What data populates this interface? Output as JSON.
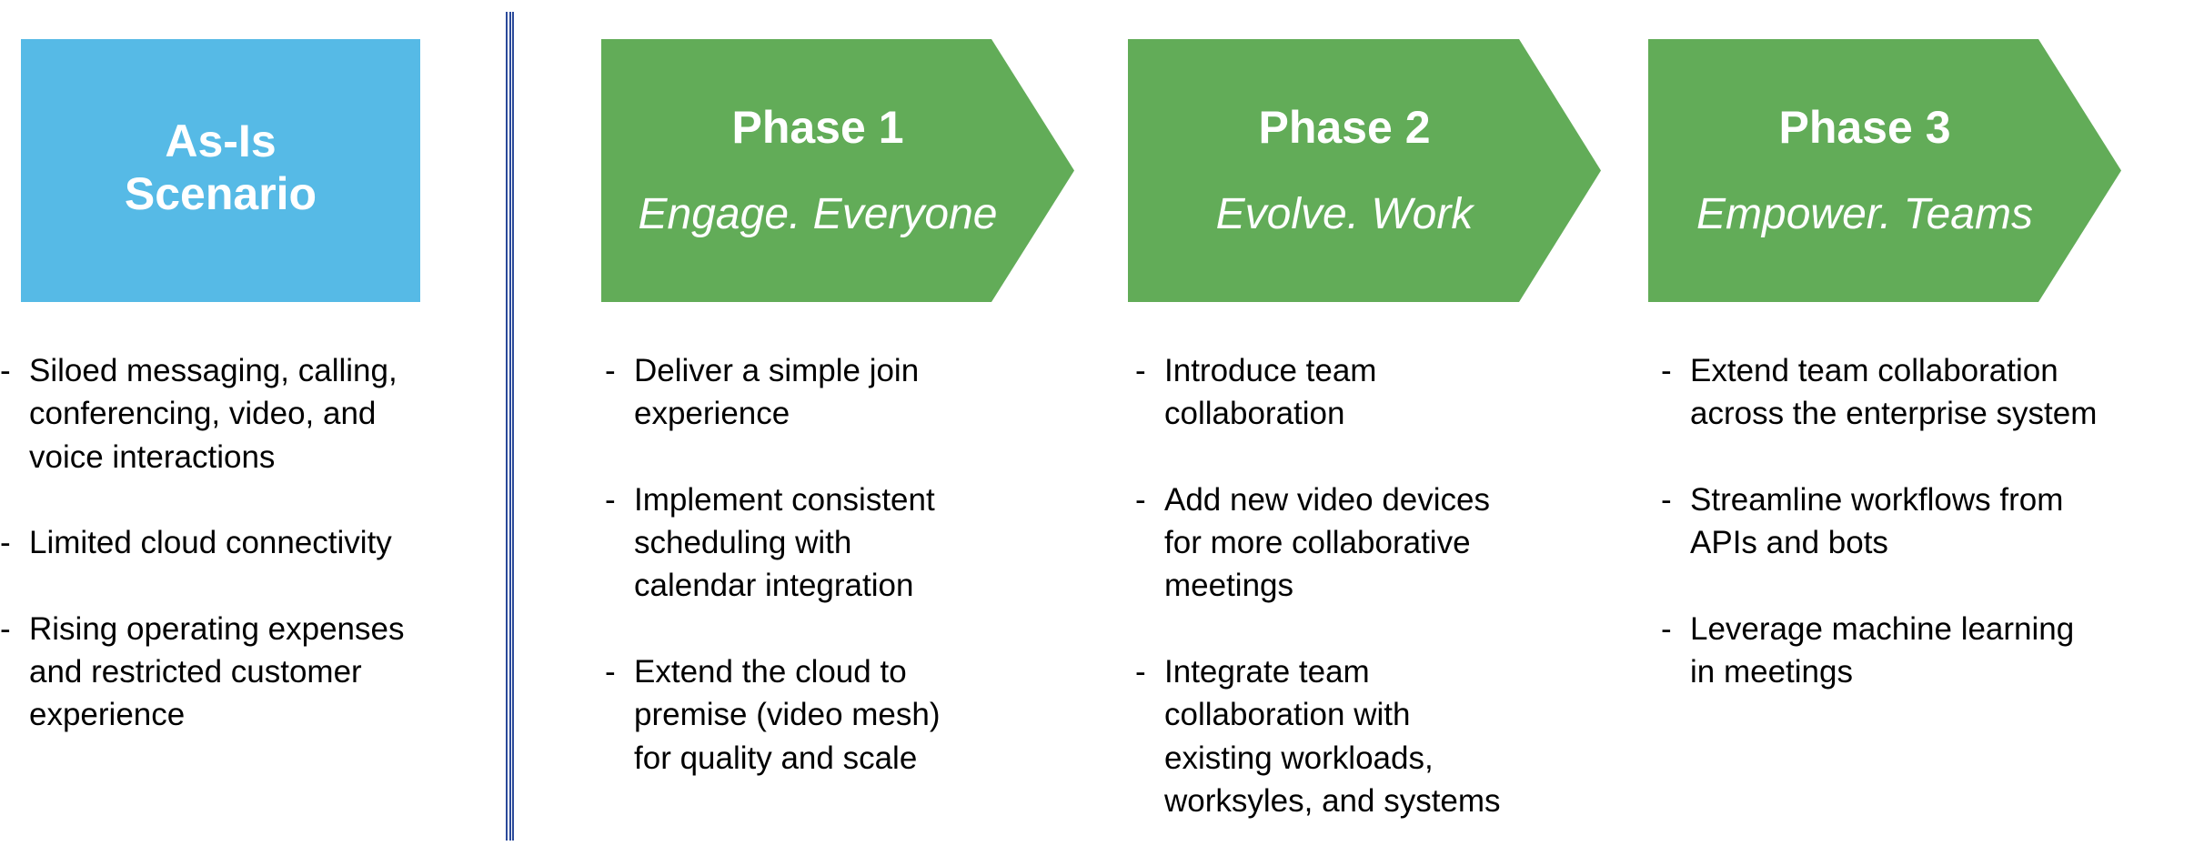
{
  "colors": {
    "asis_fill": "#56BAE6",
    "phase_fill": "#62AC58",
    "divider": "#2B4A9A",
    "title_text": "#FFFFFF",
    "body_text": "#000000"
  },
  "bullet_glyph": "-",
  "asis": {
    "title_lines": [
      "As-Is",
      "Scenario"
    ],
    "items": [
      {
        "lines": [
          "Siloed messaging, calling,",
          "conferencing, video, and",
          "voice interactions"
        ]
      },
      {
        "lines": [
          "Limited cloud connectivity"
        ]
      },
      {
        "lines": [
          "Rising operating expenses",
          "and restricted customer",
          "experience"
        ]
      }
    ]
  },
  "phases": [
    {
      "title": "Phase 1",
      "subtitle": "Engage. Everyone",
      "items": [
        {
          "lines": [
            "Deliver a simple join",
            "experience"
          ]
        },
        {
          "lines": [
            "Implement consistent",
            "scheduling with",
            "calendar integration"
          ]
        },
        {
          "lines": [
            "Extend the cloud to",
            "premise (video mesh)",
            "for quality and scale"
          ]
        }
      ]
    },
    {
      "title": "Phase 2",
      "subtitle": "Evolve. Work",
      "items": [
        {
          "lines": [
            "Introduce team",
            "collaboration"
          ]
        },
        {
          "lines": [
            "Add new video devices",
            "for more collaborative",
            "meetings"
          ]
        },
        {
          "lines": [
            "Integrate team",
            "collaboration with",
            "existing workloads,",
            "worksyles, and systems"
          ]
        }
      ]
    },
    {
      "title": "Phase 3",
      "subtitle": "Empower. Teams",
      "items": [
        {
          "lines": [
            "Extend team collaboration",
            "across the enterprise system"
          ]
        },
        {
          "lines": [
            "Streamline workflows from",
            "APIs and bots"
          ]
        },
        {
          "lines": [
            "Leverage machine learning",
            "in meetings"
          ]
        }
      ]
    }
  ]
}
